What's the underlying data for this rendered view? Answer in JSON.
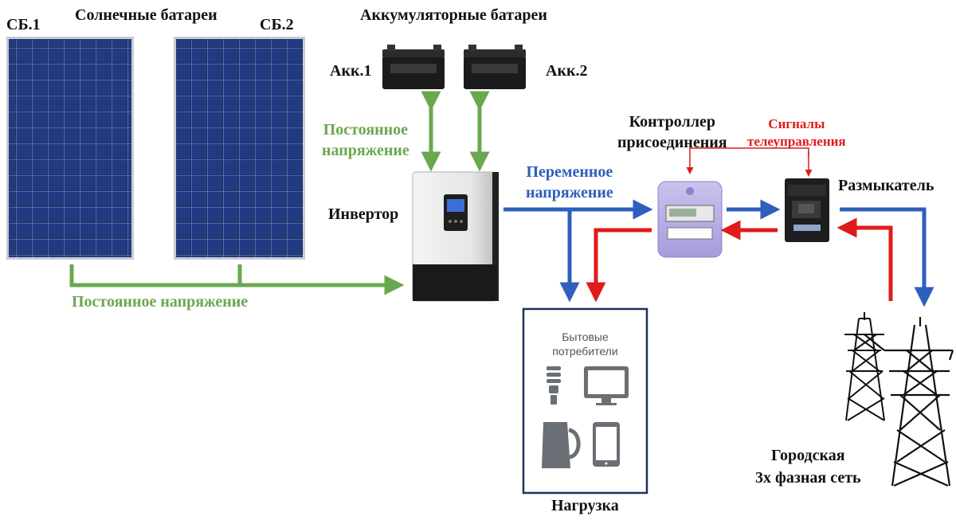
{
  "solar": {
    "title": "Солнечные батареи",
    "panel1": "СБ.1",
    "panel2": "СБ.2"
  },
  "batteries": {
    "title": "Аккумуляторные батареи",
    "bat1": "Акк.1",
    "bat2": "Акк.2"
  },
  "dc_battery": {
    "line1": "Постоянное",
    "line2": "напряжение"
  },
  "dc_solar": "Постоянное напряжение",
  "inverter": "Инвертор",
  "ac": {
    "line1": "Переменное",
    "line2": "напряжение"
  },
  "controller": {
    "line1": "Контроллер",
    "line2": "присоединения"
  },
  "signals": {
    "line1": "Сигналы",
    "line2": "телеуправления"
  },
  "breaker": "Размыкатель",
  "load": {
    "label": "Нагрузка",
    "caption1": "Бытовые",
    "caption2": "потребители"
  },
  "grid": {
    "line1": "Городская",
    "line2": "3х фазная сеть"
  },
  "colors": {
    "dc": "#6aa84f",
    "ac": "#2f5fbd",
    "return": "#e01b1b",
    "panel": "#1c2f6e"
  }
}
